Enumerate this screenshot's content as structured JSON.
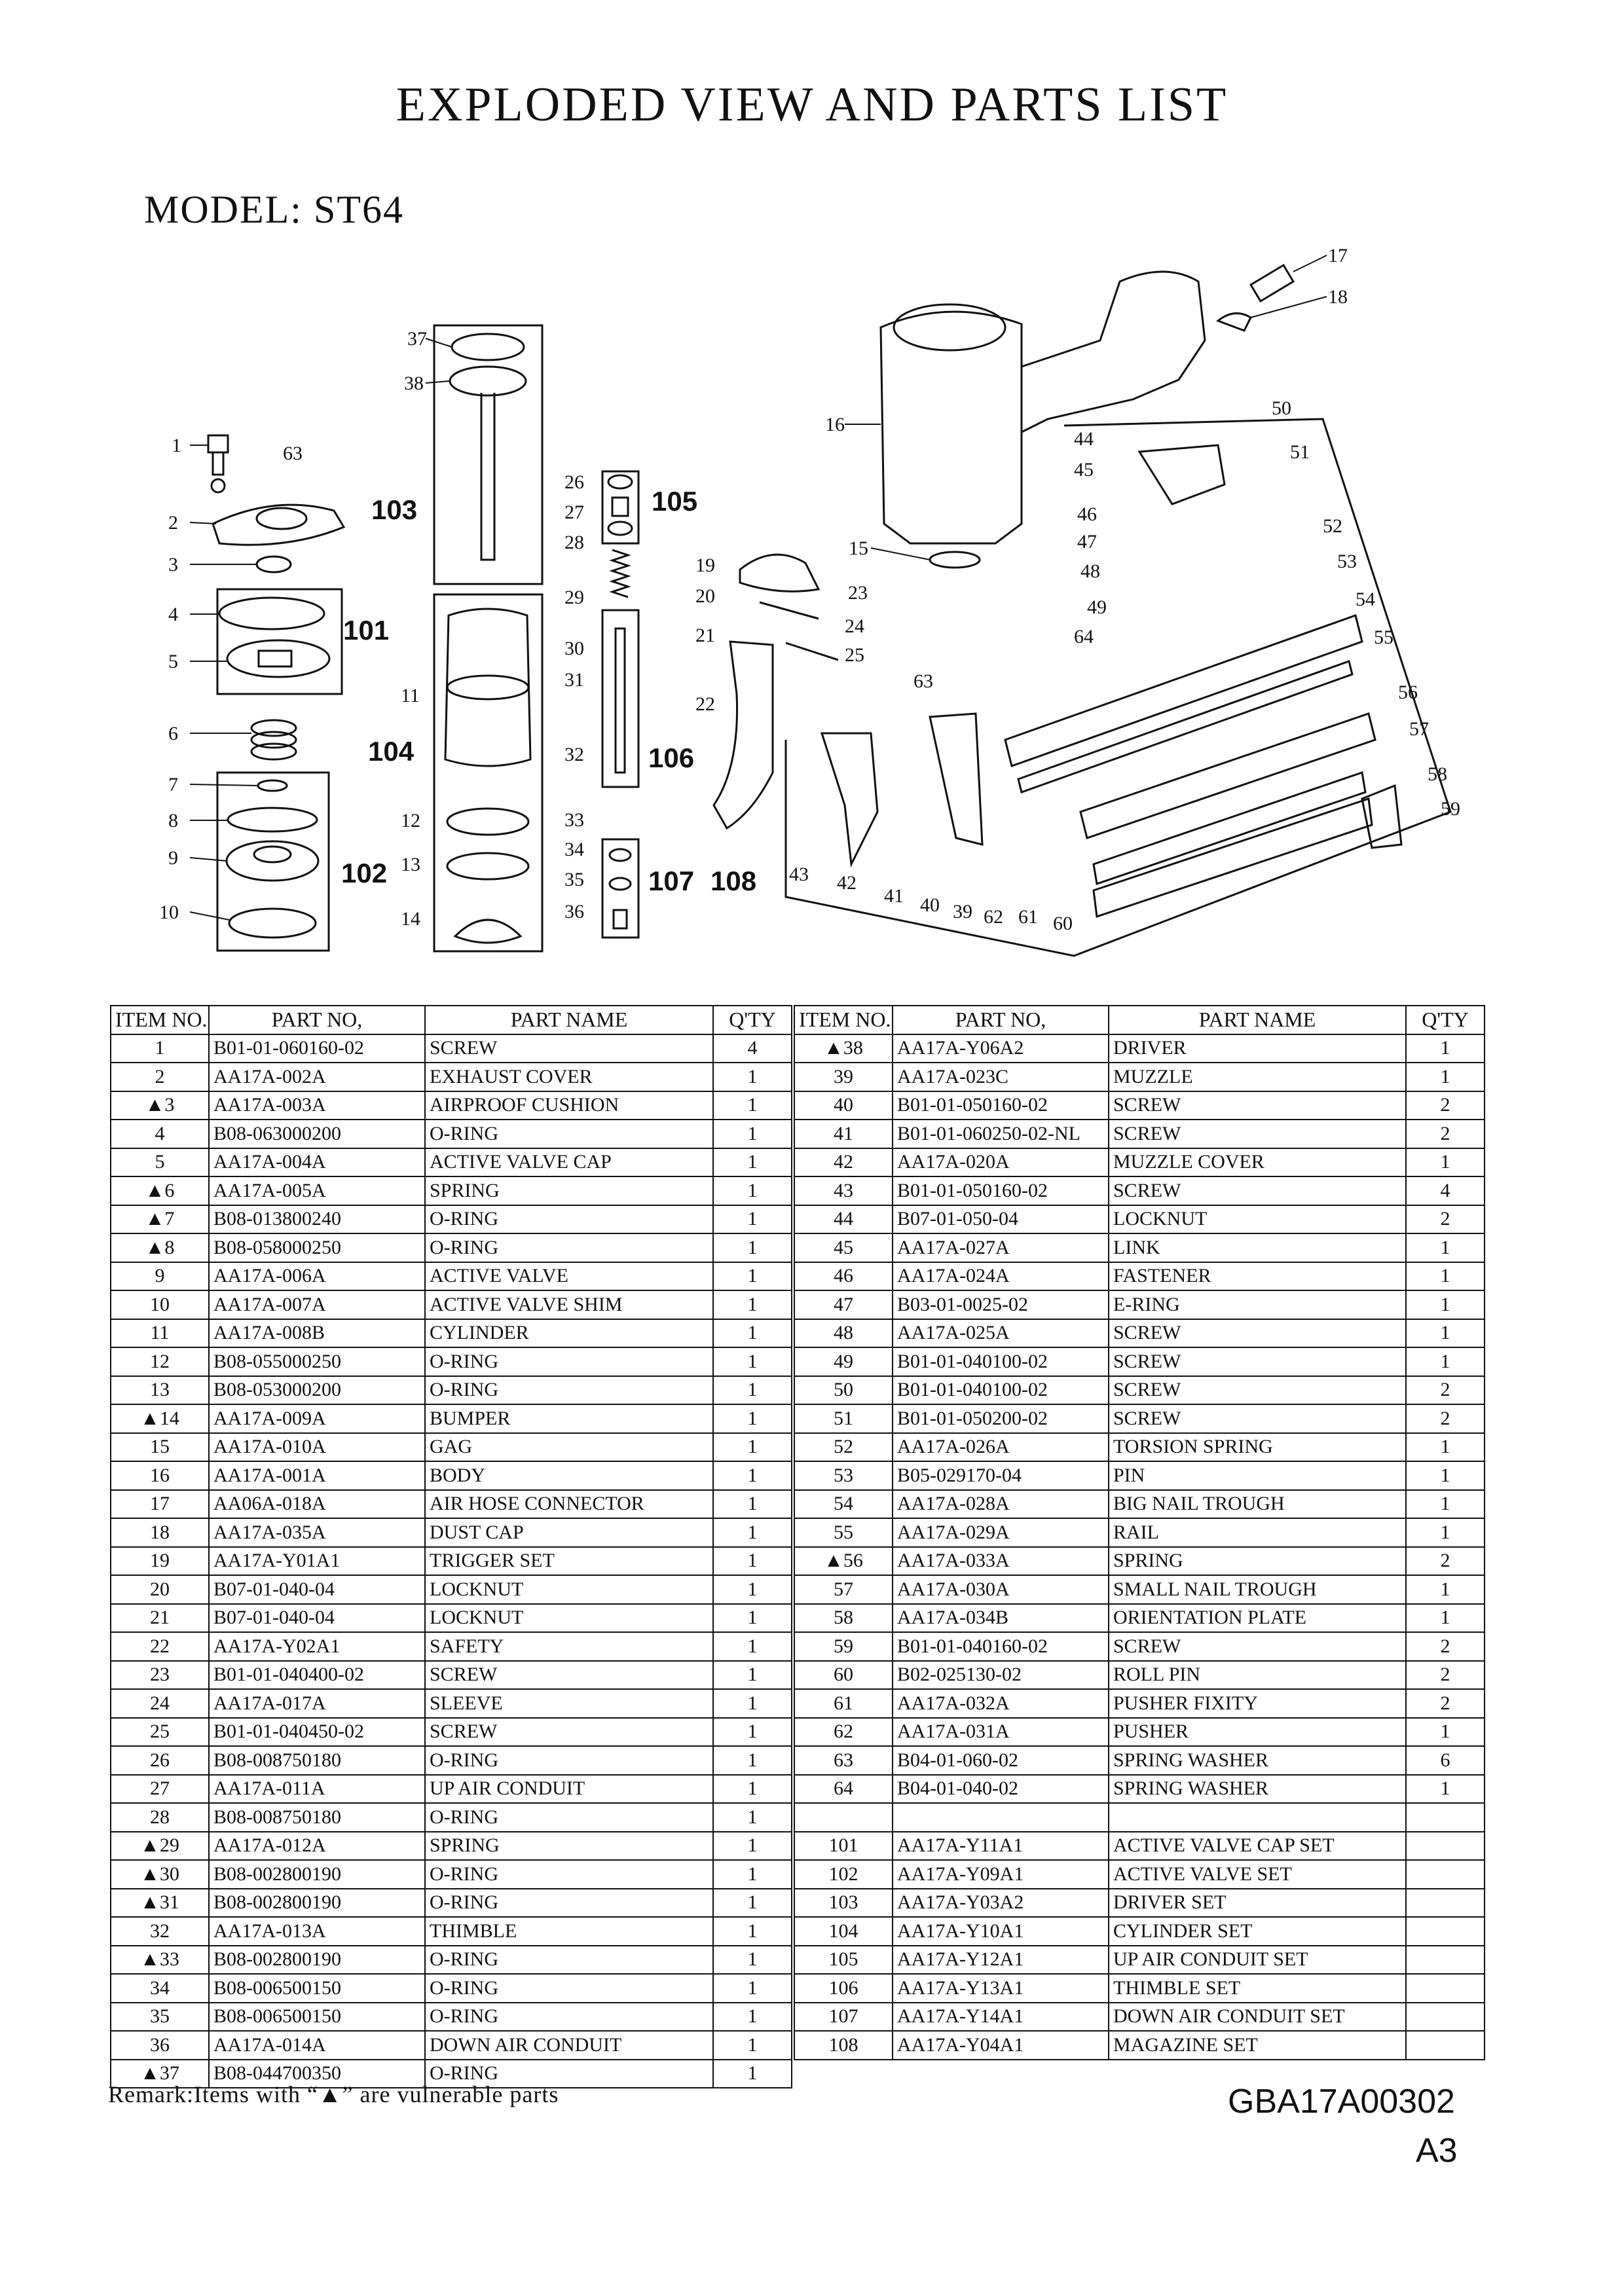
{
  "title": "EXPLODED VIEW AND PARTS LIST",
  "model": "MODEL: ST64",
  "remark": "Remark:Items with “▲” are vulnerable parts",
  "doc_code": "GBA17A00302",
  "sheet": "A3",
  "table_headers": {
    "item": "ITEM NO.",
    "part": "PART NO,",
    "name": "PART NAME",
    "qty": "Q'TY"
  },
  "diagram_labels": [
    "1",
    "2",
    "3",
    "4",
    "5",
    "6",
    "7",
    "8",
    "9",
    "10",
    "11",
    "12",
    "13",
    "14",
    "15",
    "16",
    "17",
    "18",
    "19",
    "20",
    "21",
    "22",
    "23",
    "24",
    "25",
    "26",
    "27",
    "28",
    "29",
    "30",
    "31",
    "32",
    "33",
    "34",
    "35",
    "36",
    "37",
    "38",
    "39",
    "40",
    "41",
    "42",
    "43",
    "44",
    "45",
    "46",
    "47",
    "48",
    "49",
    "50",
    "51",
    "52",
    "53",
    "54",
    "55",
    "56",
    "57",
    "58",
    "59",
    "60",
    "61",
    "62",
    "63",
    "64"
  ],
  "diagram_groups": [
    "101",
    "102",
    "103",
    "104",
    "105",
    "106",
    "107",
    "108"
  ],
  "parts_left": [
    [
      "1",
      "B01-01-060160-02",
      "SCREW",
      "4"
    ],
    [
      "2",
      "AA17A-002A",
      "EXHAUST COVER",
      "1"
    ],
    [
      "▲3",
      "AA17A-003A",
      "AIRPROOF CUSHION",
      "1"
    ],
    [
      "4",
      "B08-063000200",
      "O-RING",
      "1"
    ],
    [
      "5",
      "AA17A-004A",
      "ACTIVE VALVE CAP",
      "1"
    ],
    [
      "▲6",
      "AA17A-005A",
      "SPRING",
      "1"
    ],
    [
      "▲7",
      "B08-013800240",
      "O-RING",
      "1"
    ],
    [
      "▲8",
      "B08-058000250",
      "O-RING",
      "1"
    ],
    [
      "9",
      "AA17A-006A",
      "ACTIVE VALVE",
      "1"
    ],
    [
      "10",
      "AA17A-007A",
      "ACTIVE VALVE SHIM",
      "1"
    ],
    [
      "11",
      "AA17A-008B",
      "CYLINDER",
      "1"
    ],
    [
      "12",
      "B08-055000250",
      "O-RING",
      "1"
    ],
    [
      "13",
      "B08-053000200",
      "O-RING",
      "1"
    ],
    [
      "▲14",
      "AA17A-009A",
      "BUMPER",
      "1"
    ],
    [
      "15",
      "AA17A-010A",
      "GAG",
      "1"
    ],
    [
      "16",
      "AA17A-001A",
      "BODY",
      "1"
    ],
    [
      "17",
      "AA06A-018A",
      "AIR HOSE CONNECTOR",
      "1"
    ],
    [
      "18",
      "AA17A-035A",
      "DUST CAP",
      "1"
    ],
    [
      "19",
      "AA17A-Y01A1",
      "TRIGGER SET",
      "1"
    ],
    [
      "20",
      "B07-01-040-04",
      "LOCKNUT",
      "1"
    ],
    [
      "21",
      "B07-01-040-04",
      "LOCKNUT",
      "1"
    ],
    [
      "22",
      "AA17A-Y02A1",
      "SAFETY",
      "1"
    ],
    [
      "23",
      "B01-01-040400-02",
      "SCREW",
      "1"
    ],
    [
      "24",
      "AA17A-017A",
      "SLEEVE",
      "1"
    ],
    [
      "25",
      "B01-01-040450-02",
      "SCREW",
      "1"
    ],
    [
      "26",
      "B08-008750180",
      "O-RING",
      "1"
    ],
    [
      "27",
      "AA17A-011A",
      "UP AIR CONDUIT",
      "1"
    ],
    [
      "28",
      "B08-008750180",
      "O-RING",
      "1"
    ],
    [
      "▲29",
      "AA17A-012A",
      "SPRING",
      "1"
    ],
    [
      "▲30",
      "B08-002800190",
      "O-RING",
      "1"
    ],
    [
      "▲31",
      "B08-002800190",
      "O-RING",
      "1"
    ],
    [
      "32",
      "AA17A-013A",
      "THIMBLE",
      "1"
    ],
    [
      "▲33",
      "B08-002800190",
      "O-RING",
      "1"
    ],
    [
      "34",
      "B08-006500150",
      "O-RING",
      "1"
    ],
    [
      "35",
      "B08-006500150",
      "O-RING",
      "1"
    ],
    [
      "36",
      "AA17A-014A",
      "DOWN AIR CONDUIT",
      "1"
    ],
    [
      "▲37",
      "B08-044700350",
      "O-RING",
      "1"
    ]
  ],
  "parts_right": [
    [
      "▲38",
      "AA17A-Y06A2",
      "DRIVER",
      "1"
    ],
    [
      "39",
      "AA17A-023C",
      "MUZZLE",
      "1"
    ],
    [
      "40",
      "B01-01-050160-02",
      "SCREW",
      "2"
    ],
    [
      "41",
      "B01-01-060250-02-NL",
      "SCREW",
      "2"
    ],
    [
      "42",
      "AA17A-020A",
      "MUZZLE COVER",
      "1"
    ],
    [
      "43",
      "B01-01-050160-02",
      "SCREW",
      "4"
    ],
    [
      "44",
      "B07-01-050-04",
      "LOCKNUT",
      "2"
    ],
    [
      "45",
      "AA17A-027A",
      "LINK",
      "1"
    ],
    [
      "46",
      "AA17A-024A",
      "FASTENER",
      "1"
    ],
    [
      "47",
      "B03-01-0025-02",
      "E-RING",
      "1"
    ],
    [
      "48",
      "AA17A-025A",
      "SCREW",
      "1"
    ],
    [
      "49",
      "B01-01-040100-02",
      "SCREW",
      "1"
    ],
    [
      "50",
      "B01-01-040100-02",
      "SCREW",
      "2"
    ],
    [
      "51",
      "B01-01-050200-02",
      "SCREW",
      "2"
    ],
    [
      "52",
      "AA17A-026A",
      "TORSION SPRING",
      "1"
    ],
    [
      "53",
      "B05-029170-04",
      "PIN",
      "1"
    ],
    [
      "54",
      "AA17A-028A",
      "BIG NAIL TROUGH",
      "1"
    ],
    [
      "55",
      "AA17A-029A",
      "RAIL",
      "1"
    ],
    [
      "▲56",
      "AA17A-033A",
      "SPRING",
      "2"
    ],
    [
      "57",
      "AA17A-030A",
      "SMALL NAIL TROUGH",
      "1"
    ],
    [
      "58",
      "AA17A-034B",
      "ORIENTATION PLATE",
      "1"
    ],
    [
      "59",
      "B01-01-040160-02",
      "SCREW",
      "2"
    ],
    [
      "60",
      "B02-025130-02",
      "ROLL  PIN",
      "2"
    ],
    [
      "61",
      "AA17A-032A",
      "PUSHER FIXITY",
      "2"
    ],
    [
      "62",
      "AA17A-031A",
      "PUSHER",
      "1"
    ],
    [
      "63",
      "B04-01-060-02",
      "SPRING WASHER",
      "6"
    ],
    [
      "64",
      "B04-01-040-02",
      "SPRING WASHER",
      "1"
    ],
    [
      "",
      "",
      "",
      ""
    ],
    [
      "101",
      "AA17A-Y11A1",
      "ACTIVE VALVE CAP SET",
      ""
    ],
    [
      "102",
      "AA17A-Y09A1",
      "ACTIVE VALVE SET",
      ""
    ],
    [
      "103",
      "AA17A-Y03A2",
      "DRIVER SET",
      ""
    ],
    [
      "104",
      "AA17A-Y10A1",
      "CYLINDER SET",
      ""
    ],
    [
      "105",
      "AA17A-Y12A1",
      "UP AIR CONDUIT SET",
      ""
    ],
    [
      "106",
      "AA17A-Y13A1",
      "THIMBLE SET",
      ""
    ],
    [
      "107",
      "AA17A-Y14A1",
      "DOWN AIR CONDUIT SET",
      ""
    ],
    [
      "108",
      "AA17A-Y04A1",
      "MAGAZINE SET",
      ""
    ]
  ]
}
